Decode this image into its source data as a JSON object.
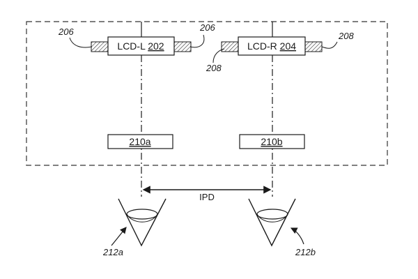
{
  "diagram": {
    "lcd_left": {
      "prefix": "LCD-L ",
      "ref": "202"
    },
    "lcd_right": {
      "prefix": "LCD-R ",
      "ref": "204"
    },
    "lens_left": "210a",
    "lens_right": "210b",
    "ipd_label": "IPD",
    "ref_206_a": "206",
    "ref_206_b": "206",
    "ref_208_a": "208",
    "ref_208_b": "208",
    "eye_left": "212a",
    "eye_right": "212b"
  }
}
